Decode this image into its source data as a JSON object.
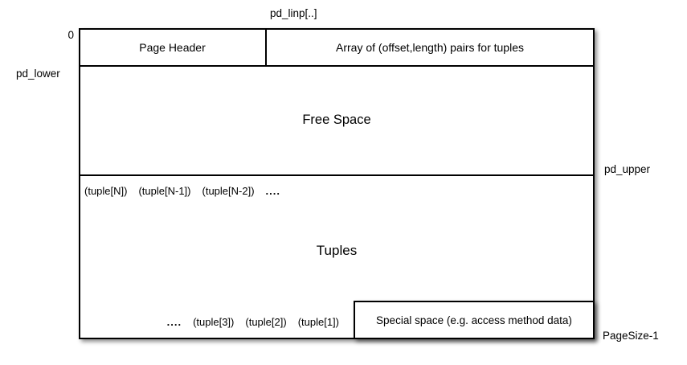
{
  "diagram": {
    "outside_labels": {
      "pd_linp": "pd_linp[..]",
      "offset_zero": "0",
      "pd_lower": "pd_lower",
      "pd_upper": "pd_upper",
      "page_size": "PageSize-1"
    },
    "header_row": {
      "page_header": "Page Header",
      "item_array": "Array of (offset,length) pairs for tuples"
    },
    "free_space_label": "Free Space",
    "tuples_section": {
      "label": "Tuples",
      "top_row": [
        "(tuple[N])",
        "(tuple[N-1])",
        "(tuple[N-2])",
        "...."
      ],
      "bottom_row": [
        "....",
        "(tuple[3])",
        "(tuple[2])",
        "(tuple[1])"
      ]
    },
    "special_space_label": "Special space (e.g. access method data)",
    "colors": {
      "border": "#000000",
      "background": "#ffffff",
      "text": "#000000"
    }
  }
}
